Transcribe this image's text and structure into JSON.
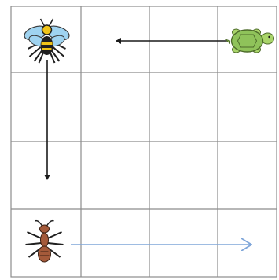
{
  "grid": {
    "rows": 4,
    "cols": 4,
    "line_color": "#8c8c8c",
    "background": "#ffffff"
  },
  "creatures": [
    {
      "name": "bee",
      "icon": "bee-icon",
      "row": 0,
      "col": 0
    },
    {
      "name": "turtle",
      "icon": "turtle-icon",
      "row": 0,
      "col": 3
    },
    {
      "name": "ant",
      "icon": "ant-icon",
      "row": 3,
      "col": 0
    }
  ],
  "arrows": [
    {
      "name": "turtle-to-bee",
      "from": {
        "row": 0,
        "col": 3
      },
      "to": {
        "row": 0,
        "col": 1
      },
      "color": "#1a1a1a"
    },
    {
      "name": "bee-down",
      "from": {
        "row": 0,
        "col": 0
      },
      "to": {
        "row": 2,
        "col": 0
      },
      "color": "#1a1a1a"
    },
    {
      "name": "ant-right",
      "from": {
        "row": 3,
        "col": 0
      },
      "to": {
        "row": 3,
        "col": 3
      },
      "color": "#7fa6d9"
    }
  ],
  "colors": {
    "bee_wing": "#9fd3f0",
    "bee_body": "#1f1f1f",
    "bee_stripe": "#f0c419",
    "turtle_shell": "#8fc25a",
    "turtle_skin": "#a9d46a",
    "ant_body": "#a45a3a",
    "ant_legs": "#1f1f1f"
  }
}
